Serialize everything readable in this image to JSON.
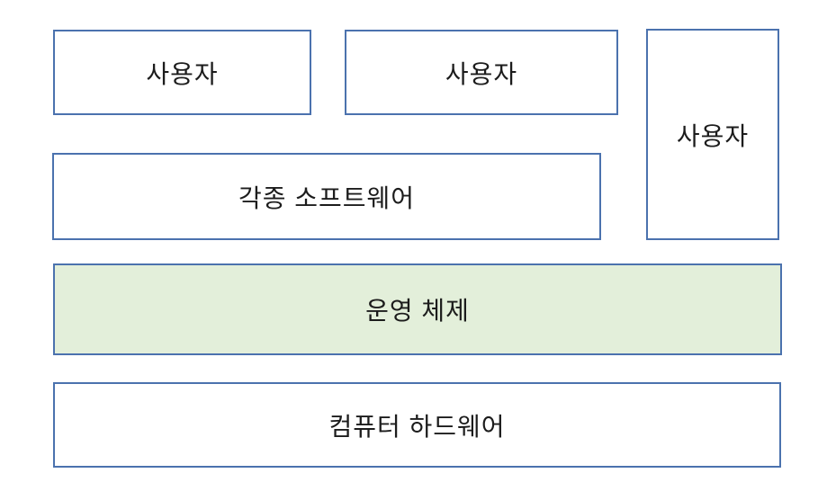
{
  "diagram": {
    "layers": {
      "user1": {
        "label": "사용자"
      },
      "user2": {
        "label": "사용자"
      },
      "user3": {
        "label": "사용자"
      },
      "software": {
        "label": "각종 소프트웨어"
      },
      "os": {
        "label": "운영 체제"
      },
      "hardware": {
        "label": "컴퓨터 하드웨어"
      }
    },
    "colors": {
      "border": "#4b72ae",
      "os_fill": "#e3efda",
      "text": "#1c1c1c",
      "background": "#ffffff"
    }
  }
}
